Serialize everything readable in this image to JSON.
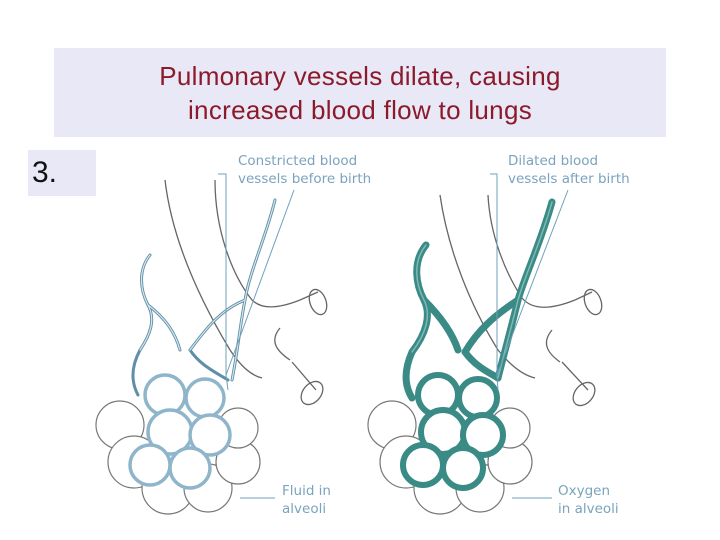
{
  "slide": {
    "title_line1": "Pulmonary vessels dilate, causing",
    "title_line2": "increased blood flow to lungs",
    "step_number": "3."
  },
  "diagram": {
    "left": {
      "top_label_1": "Constricted blood",
      "top_label_2": "vessels before birth",
      "bottom_label_1": "Fluid in",
      "bottom_label_2": "alveoli"
    },
    "right": {
      "top_label_1": "Dilated blood",
      "top_label_2": "vessels after birth",
      "bottom_label_1": "Oxygen",
      "bottom_label_2": "in alveoli"
    }
  },
  "colors": {
    "title_text": "#8b1a2b",
    "title_background": "#e8e8f6",
    "label_text": "#7aa3bd",
    "constricted_vessel": "#8fb5cb",
    "dilated_vessel": "#3a8a86",
    "leader_line": "#6fa0bb"
  }
}
